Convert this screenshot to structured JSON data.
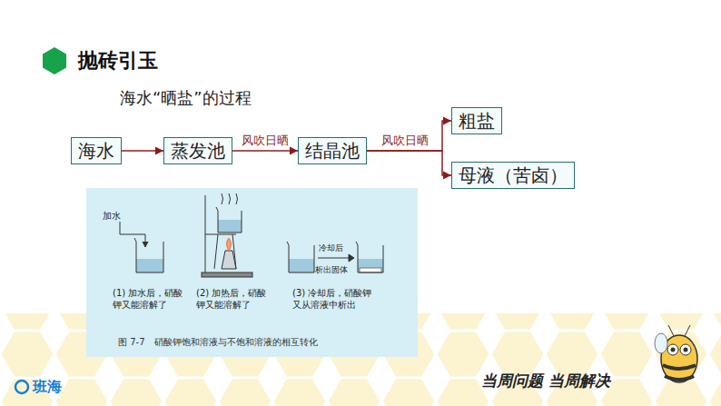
{
  "diagram": {
    "title": "抛砖引玉",
    "caption": "图 7-7　硝酸钾饱和溶液与不饱和溶液的相互转化",
    "nodes": [
      {
        "text": [
          "海水"
        ]
      },
      {
        "text": [
          "蒸发池"
        ]
      },
      {
        "text": [
          "结晶池"
        ]
      },
      {
        "text": [
          "粗盐"
        ]
      },
      {
        "text": [
          "母液（苦卤）"
        ]
      }
    ],
    "edges": [
      {
        "from": 0,
        "to": 1,
        "arrow": "to"
      },
      {
        "from": 1,
        "to": 2,
        "label": "风吹日晒",
        "arrow": "to"
      },
      {
        "from": 2,
        "to": 3,
        "label": "风吹日晒",
        "arrow": "to"
      },
      {
        "from": 2,
        "to": 4,
        "arrow": "to"
      }
    ],
    "labels": [
      "海水“晒盐”的过程",
      "加水",
      "(1) 加水后，硝酸钾又能溶解了",
      "(2) 加热后，硝酸钾又能溶解了",
      "冷却后",
      "析出固体",
      "(3) 冷却后，硝酸钾又从溶液中析出",
      "班海",
      "当周问题 当周解决"
    ]
  }
}
